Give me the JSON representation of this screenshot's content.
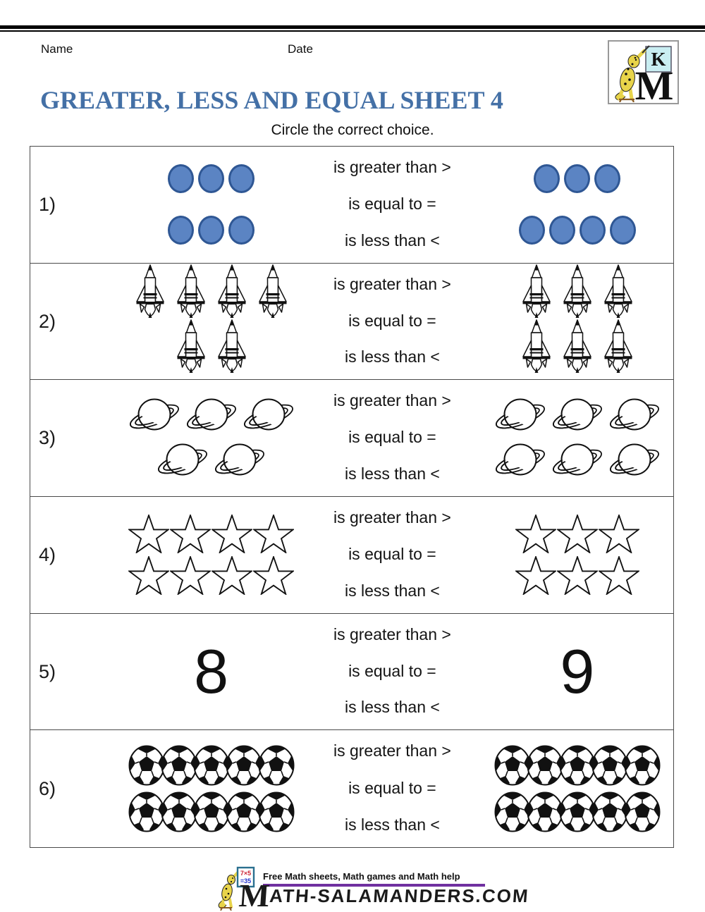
{
  "header": {
    "name_label": "Name",
    "date_label": "Date",
    "title": "GREATER, LESS AND EQUAL SHEET 4",
    "instruction": "Circle the correct choice."
  },
  "logo": {
    "k_letter": "K",
    "m_letter": "M"
  },
  "choices": [
    "is greater than >",
    "is equal to =",
    "is less than <"
  ],
  "rows": [
    {
      "number": "1)",
      "item": "circle",
      "left_rows": [
        3,
        3
      ],
      "right_rows": [
        3,
        4
      ],
      "left_count": 6,
      "right_count": 7
    },
    {
      "number": "2)",
      "item": "rocket",
      "left_rows": [
        4,
        2
      ],
      "right_rows": [
        3,
        3
      ],
      "left_count": 6,
      "right_count": 6
    },
    {
      "number": "3)",
      "item": "planet",
      "left_rows": [
        3,
        2
      ],
      "right_rows": [
        3,
        3
      ],
      "left_count": 5,
      "right_count": 6
    },
    {
      "number": "4)",
      "item": "star",
      "left_rows": [
        4,
        4
      ],
      "right_rows": [
        3,
        3
      ],
      "left_count": 8,
      "right_count": 6
    },
    {
      "number": "5)",
      "item": "numeral",
      "left_value": "8",
      "right_value": "9"
    },
    {
      "number": "6)",
      "item": "soccer-ball",
      "left_rows": [
        5,
        5
      ],
      "right_rows": [
        5,
        5
      ],
      "left_count": 10,
      "right_count": 10
    }
  ],
  "footer": {
    "tagline": "Free Math sheets, Math games and Math help",
    "site_first": "M",
    "site_rest": "ATH-SALAMANDERS.COM",
    "board_line1": "7×5",
    "board_line2": "=35"
  },
  "colors": {
    "title": "#4470a6",
    "counter_fill": "#5b84c3",
    "counter_border": "#2f5794",
    "rule": "#7030a0",
    "logo_card": "#c9eef2",
    "salamander": "#e8d44a"
  }
}
